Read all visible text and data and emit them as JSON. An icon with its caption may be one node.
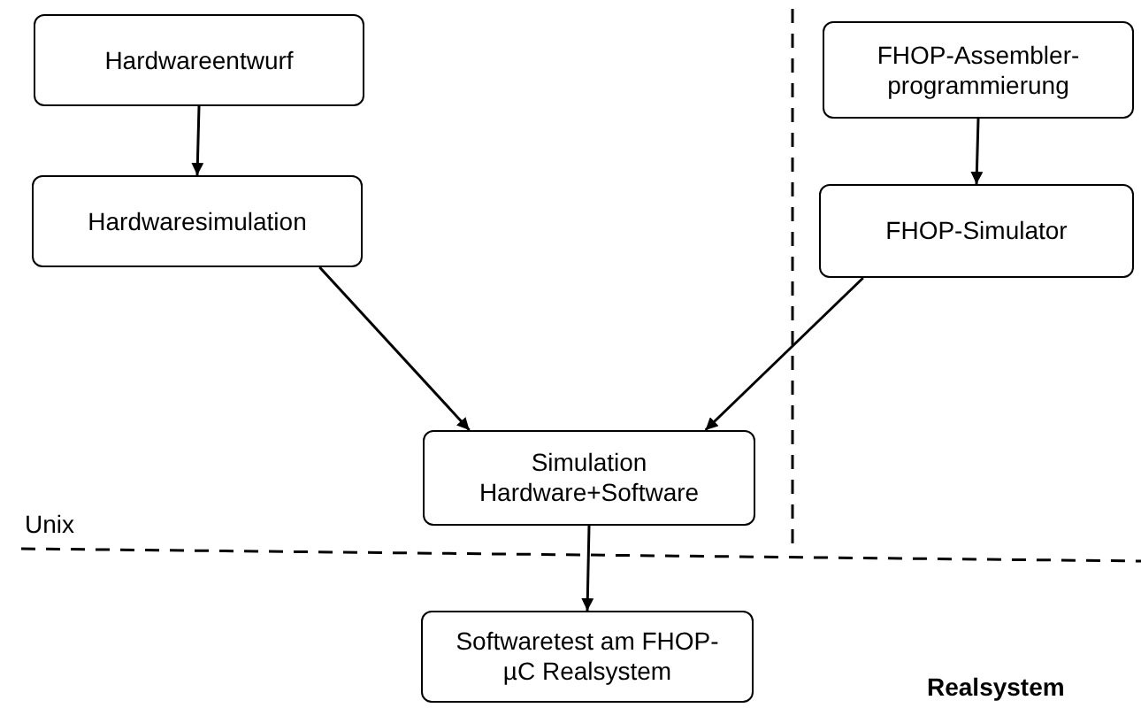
{
  "diagram": {
    "nodes": [
      {
        "text": [
          "Hardwareentwurf"
        ]
      },
      {
        "text": [
          "Hardwaresimulation"
        ]
      },
      {
        "text": [
          "FHOP-Assembler-programmierung"
        ]
      },
      {
        "text": [
          "FHOP-Simulator"
        ]
      },
      {
        "text": [
          "Simulation Hardware+Software"
        ]
      },
      {
        "text": [
          "Softwaretest am FHOP-µC Realsystem"
        ]
      }
    ],
    "edges": [
      {
        "from": 0,
        "to": 1,
        "arrow": "to"
      },
      {
        "from": 2,
        "to": 3,
        "arrow": "to"
      },
      {
        "from": 1,
        "to": 4,
        "arrow": "to"
      },
      {
        "from": 3,
        "to": 4,
        "arrow": "to"
      },
      {
        "from": 4,
        "to": 5,
        "arrow": "to"
      }
    ],
    "labels": [
      "Unix",
      "Realsystem"
    ]
  }
}
